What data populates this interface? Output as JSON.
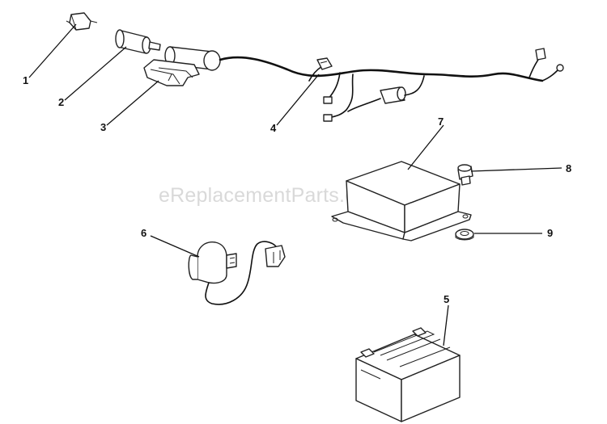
{
  "watermark": "eReplacementParts.com",
  "callouts": {
    "c1": "1",
    "c2": "2",
    "c3": "3",
    "c4": "4",
    "c5": "5",
    "c6": "6",
    "c7": "7",
    "c8": "8",
    "c9": "9"
  }
}
